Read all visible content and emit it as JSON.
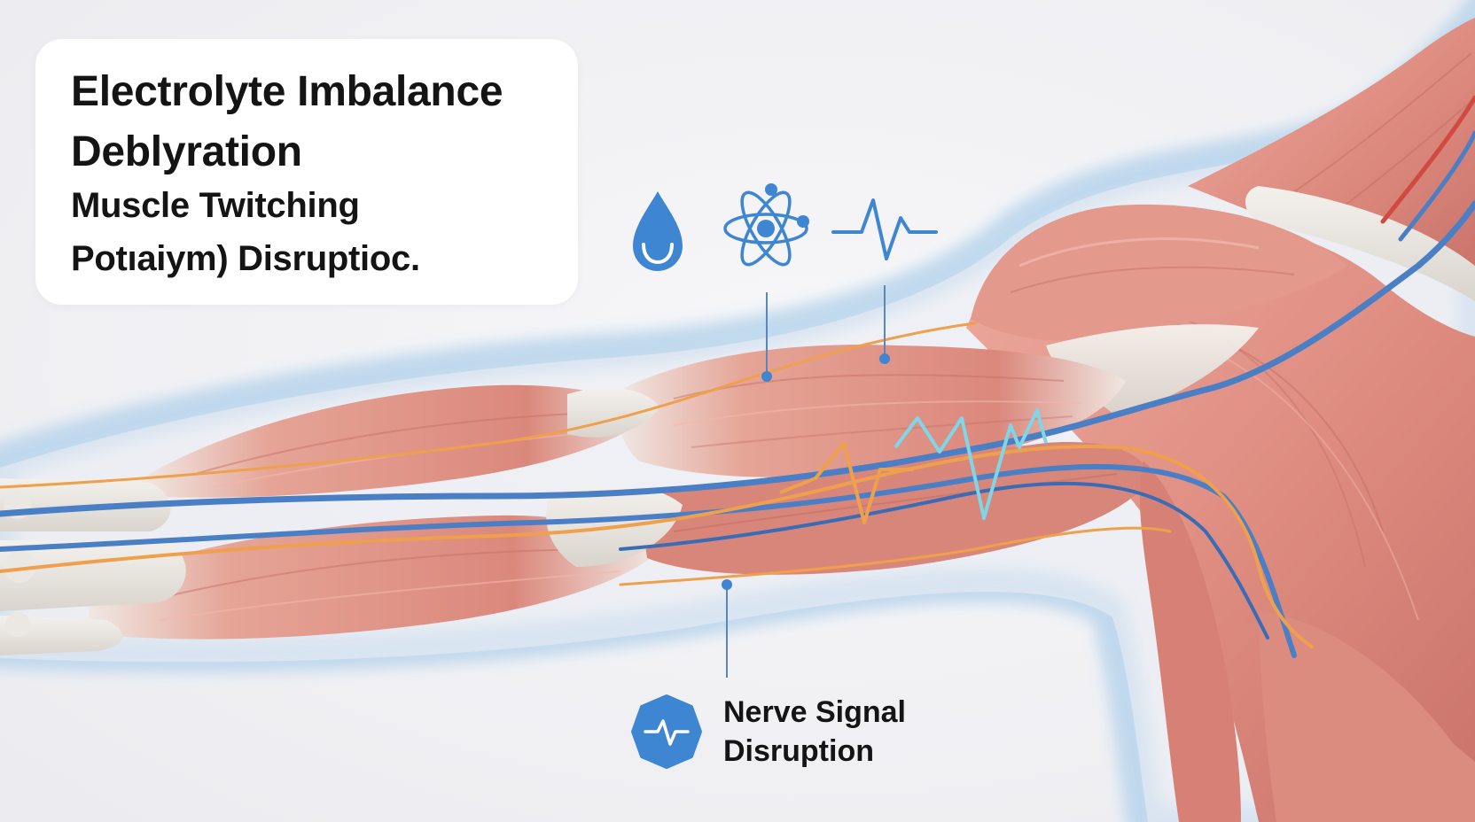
{
  "header": {
    "line1": "Electrolyte Imbalance",
    "line2": "Deblyration",
    "line3": "Muscle Twitching",
    "line4": "Potıaiym) Disruptioc."
  },
  "callouts": {
    "nerve_line1": "Nerve Signal",
    "nerve_line2": "Disruption"
  },
  "icons": {
    "water": "water-drop-icon",
    "atom": "atom-icon",
    "pulse": "heartbeat-icon",
    "nerve": "nerve-signal-icon"
  },
  "colors": {
    "background": "#f1f1f4",
    "muscle": "#de8b7f",
    "tendon": "#e9e5df",
    "vein": "#4a7fc6",
    "nerve": "#efa04c",
    "accent": "#3f86d2",
    "signal": "#7fd6e6",
    "text": "#141414"
  }
}
